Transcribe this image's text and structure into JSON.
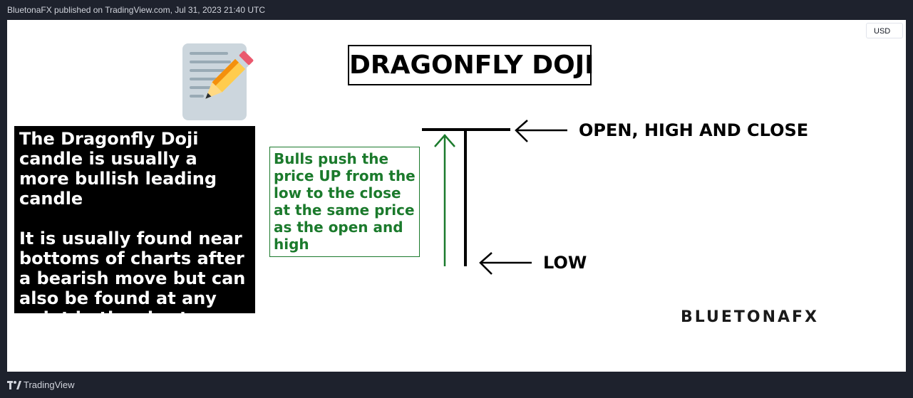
{
  "header": {
    "published_text": "BluetonaFX published on TradingView.com, Jul 31, 2023 21:40 UTC"
  },
  "chart": {
    "currency_label": "USD",
    "title": "DRAGONFLY DOJI",
    "description": [
      "The Dragonfly Doji candle is usually a more bullish leading candle",
      "It is usually found near bottoms of charts after a bearish move but can also be found at any point in the chart"
    ],
    "bulls_note": "Bulls push the price UP from the low to the close at the same price as the open and high",
    "label_top": "OPEN, HIGH AND CLOSE",
    "label_bottom": "LOW",
    "brand_text": "BLUETONAFX",
    "memo_icon": "memo-icon"
  },
  "footer": {
    "brand": "TradingView",
    "logo_icon": "tradingview-logo-icon"
  },
  "colors": {
    "frame_bg": "#1e222d",
    "canvas_bg": "#ffffff",
    "note_green": "#1b7a2c",
    "box_black": "#000000"
  }
}
